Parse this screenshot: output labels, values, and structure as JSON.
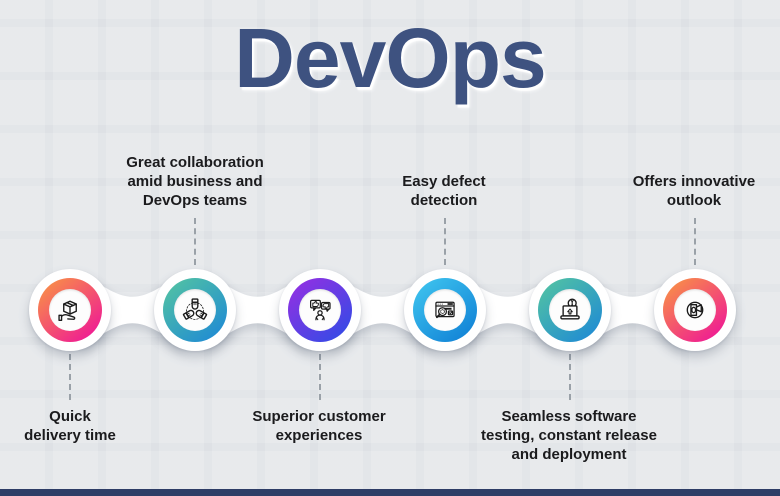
{
  "title": "DevOps",
  "colors": {
    "background": "#dee1e5",
    "background_tile": "#e7eaed",
    "title_color": "#3e5280",
    "label_color": "#1b1b1d",
    "dash_color": "#9aa1a8",
    "node_white": "#ffffff",
    "icon_stroke": "#1b1b1b",
    "footer_bar": "#2e3d66"
  },
  "steps": [
    {
      "name": "quick-delivery-time",
      "label": "Quick\ndelivery time",
      "label_position": "below",
      "icon": "package-hand-icon",
      "gradient": [
        "#f99a40",
        "#ee0d9d"
      ]
    },
    {
      "name": "great-collaboration",
      "label": "Great collaboration\namid business and\nDevOps teams",
      "label_position": "above",
      "icon": "hands-unity-icon",
      "gradient": [
        "#55c6a0",
        "#1b86d8"
      ]
    },
    {
      "name": "superior-customer-experiences",
      "label": "Superior customer\nexperiences",
      "label_position": "below",
      "icon": "customer-feedback-icon",
      "gradient": [
        "#9a2ee2",
        "#2b4de6"
      ]
    },
    {
      "name": "easy-defect-detection",
      "label": "Easy defect\ndetection",
      "label_position": "above",
      "icon": "defect-search-icon",
      "gradient": [
        "#41c8f0",
        "#0d7cd4"
      ]
    },
    {
      "name": "seamless-testing-release-deployment",
      "label": "Seamless software\ntesting, constant release\nand deployment",
      "label_position": "below",
      "icon": "deploy-laptop-icon",
      "gradient": [
        "#55c6a0",
        "#1b86d8"
      ]
    },
    {
      "name": "offers-innovative-outlook",
      "label": "Offers innovative\noutlook",
      "label_position": "above",
      "icon": "outlook-icon",
      "gradient": [
        "#f99a40",
        "#ee0d9d"
      ]
    }
  ]
}
